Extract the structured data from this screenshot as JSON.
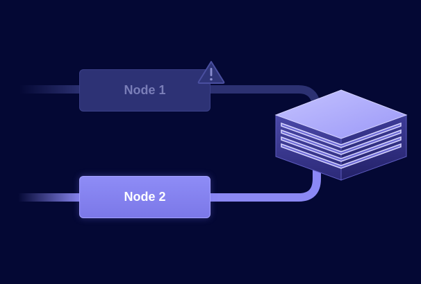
{
  "nodes": [
    {
      "label": "Node 1",
      "state": "warning"
    },
    {
      "label": "Node 2",
      "state": "active"
    }
  ],
  "icons": {
    "warning": "warning-triangle-icon",
    "database": "layered-stack-icon"
  },
  "colors": {
    "background": "#040834",
    "inactive_node": "#2d3275",
    "inactive_text": "#7a7eb8",
    "active_node": "#8e8cf6",
    "active_wire": "#8b88f4",
    "inactive_wire": "#2c3172",
    "stack_top": "#b4b2ff"
  }
}
